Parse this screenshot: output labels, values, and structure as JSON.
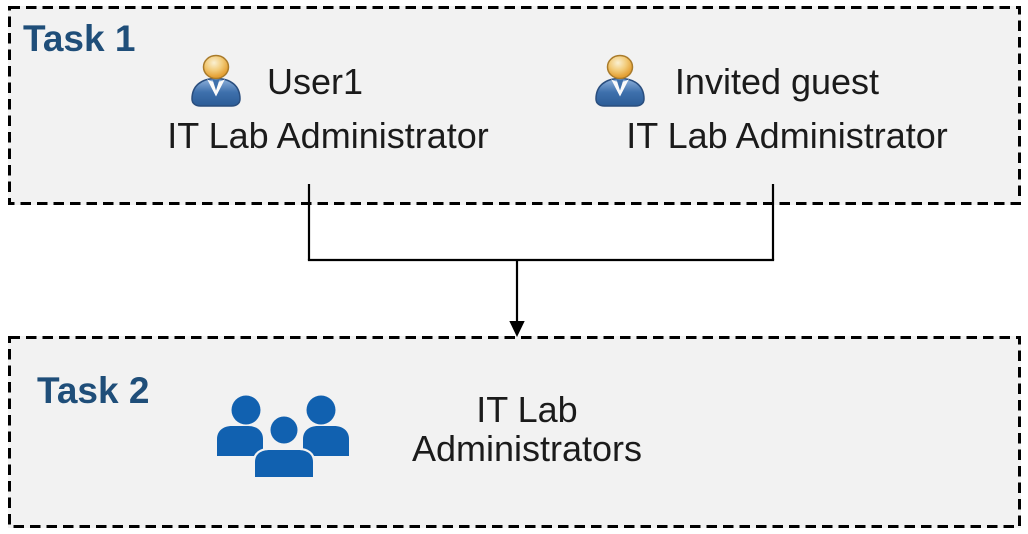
{
  "colors": {
    "task_label_blue": "#1F4E79",
    "box_fill": "#F2F2F2",
    "box_border": "#000000",
    "body_text": "#1B1B1B",
    "connector": "#000000",
    "person_head_orange": "#E8A93C",
    "person_body_blue": "#3E70AC",
    "group_icon_blue": "#1161B0"
  },
  "icons": {
    "person": "person-icon",
    "people_group": "people-group-icon",
    "arrow_head": "arrow-down-icon"
  },
  "task1": {
    "label": "Task 1",
    "persons": [
      {
        "name": "User1",
        "role": "IT Lab Administrator"
      },
      {
        "name": "Invited guest",
        "role": "IT Lab Administrator"
      }
    ]
  },
  "task2": {
    "label": "Task 2",
    "group_name": "IT Lab Administrators"
  }
}
